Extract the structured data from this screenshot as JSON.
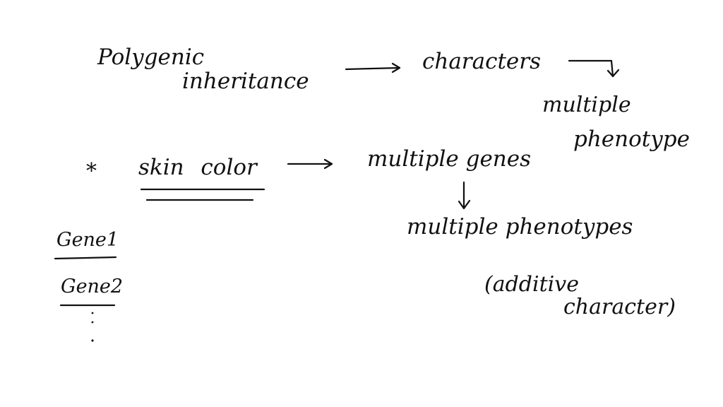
{
  "notes": {
    "polygenic_line1": "Polygenic",
    "polygenic_line2": "inheritance",
    "characters": "characters",
    "multiple": "multiple",
    "phenotype": "phenotype",
    "bullet": "*",
    "skin_color": "skin color",
    "multiple_genes": "multiple genes",
    "multiple_phenotypes": "multiple phenotypes",
    "gene1": "Gene1",
    "gene2": "Gene2",
    "additive_open": "(additive",
    "character_close": "character)"
  },
  "colors": {
    "background": "#ffffff",
    "ink": "#111111"
  }
}
